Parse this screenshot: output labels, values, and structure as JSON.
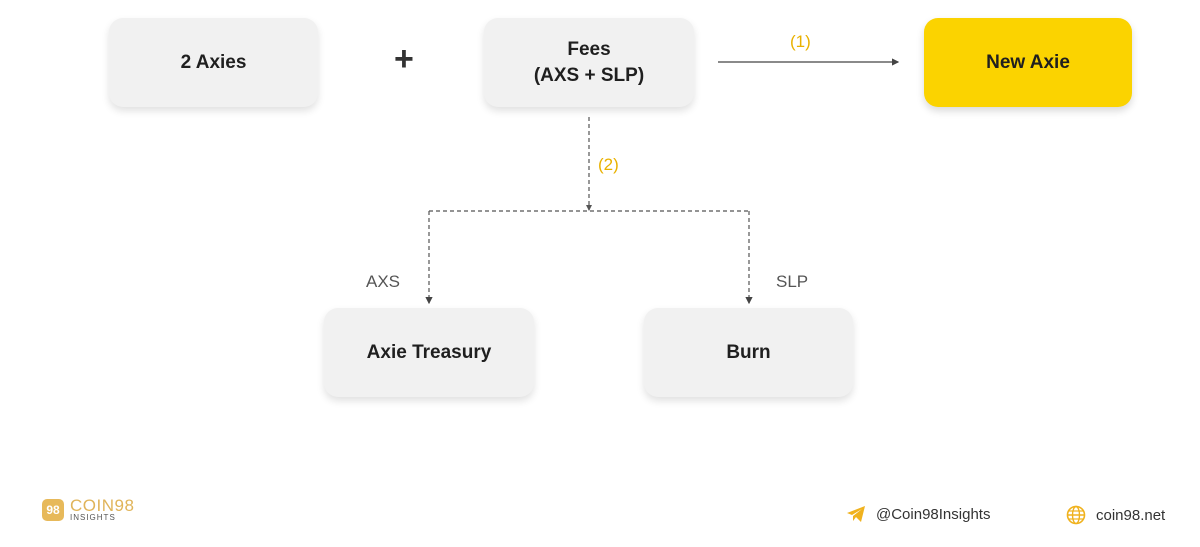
{
  "boxes": {
    "axies": "2 Axies",
    "fees_line1": "Fees",
    "fees_line2": "(AXS + SLP)",
    "new_axie": "New Axie",
    "treasury": "Axie Treasury",
    "burn": "Burn"
  },
  "operator": "+",
  "steps": {
    "step1": "(1)",
    "step2": "(2)"
  },
  "branches": {
    "left": "AXS",
    "right": "SLP"
  },
  "footer": {
    "brand": "COIN98",
    "brand_sub": "INSIGHTS",
    "brand_badge": "98",
    "handle": "@Coin98Insights",
    "site": "coin98.net",
    "handle_icon": "telegram-icon",
    "site_icon": "globe-icon"
  },
  "colors": {
    "box": "#f1f1f1",
    "highlight": "#fbd300",
    "step_label": "#e9b100",
    "brand": "#e0b45a"
  }
}
